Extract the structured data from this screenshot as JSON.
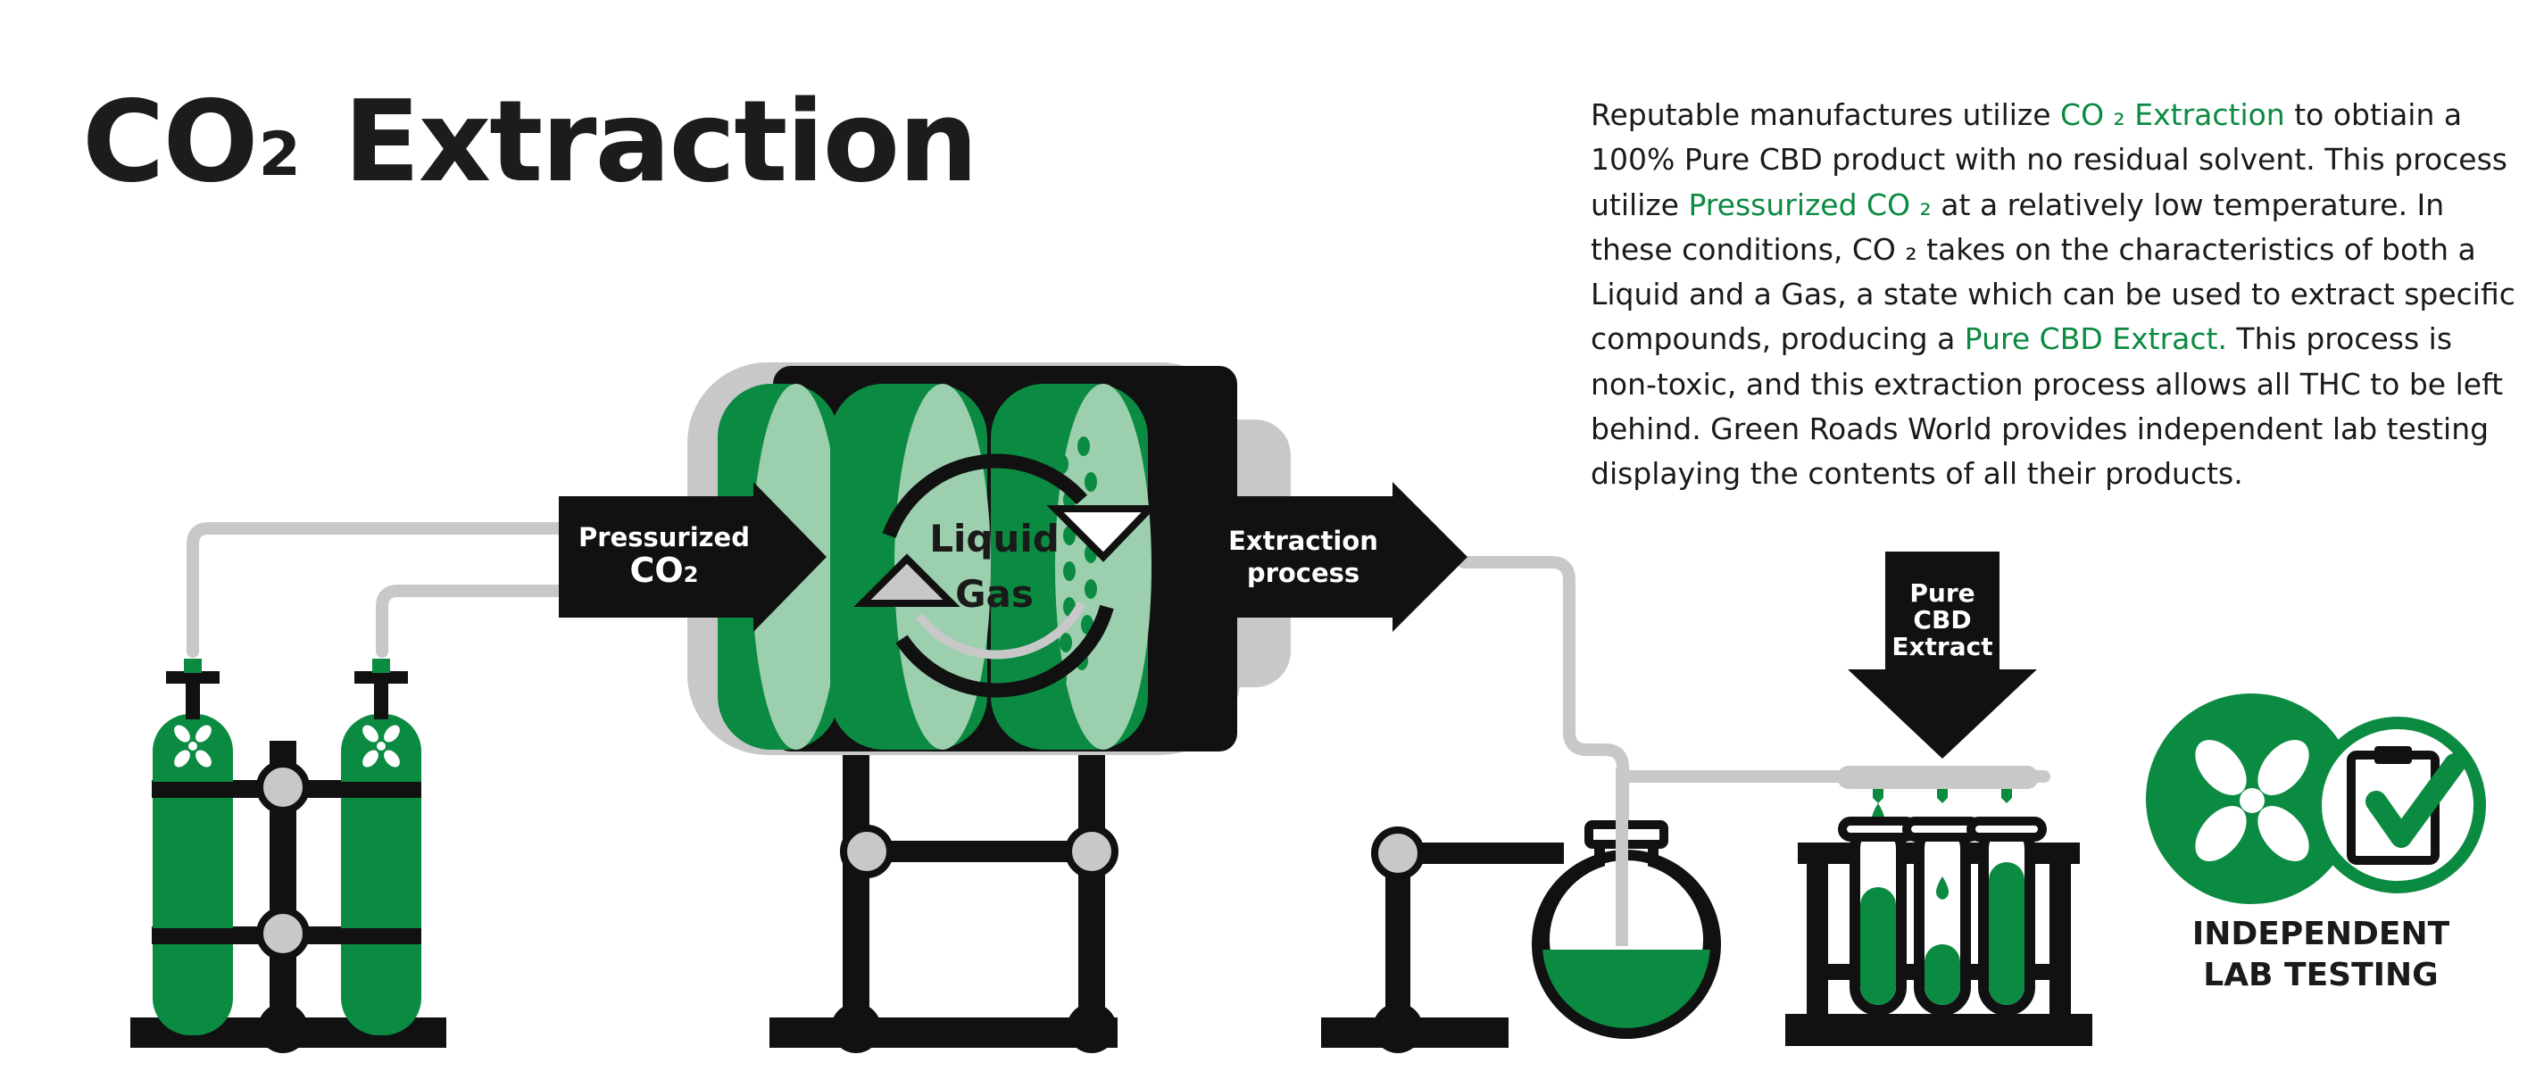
{
  "title": {
    "main": "CO",
    "subscript": "2",
    "rest": "Extraction"
  },
  "description": {
    "lines": [
      [
        {
          "t": "Reputable manufactures utilize "
        },
        {
          "t": "CO ₂ Extraction",
          "g": true
        },
        {
          "t": " to obtiain a"
        }
      ],
      [
        {
          "t": "100% Pure CBD product with no residual solvent. This process"
        }
      ],
      [
        {
          "t": "utilize "
        },
        {
          "t": "Pressurized CO ₂",
          "g": true
        },
        {
          "t": " at a relatively low temperature. In"
        }
      ],
      [
        {
          "t": "these conditions, CO ₂ takes on the characteristics of both a"
        }
      ],
      [
        {
          "t": "Liquid and a Gas, a state which can be used to extract specific"
        }
      ],
      [
        {
          "t": "compounds, producing a "
        },
        {
          "t": "Pure CBD Extract.",
          "g": true
        },
        {
          "t": " This process is"
        }
      ],
      [
        {
          "t": "non-toxic, and this extraction process allows all THC to be left"
        }
      ],
      [
        {
          "t": "behind. Green Roads World provides independent lab testing"
        }
      ],
      [
        {
          "t": "displaying the contents of all their products."
        }
      ]
    ]
  },
  "labels": {
    "pressurized_line1": "Pressurized",
    "pressurized_co": "CO",
    "pressurized_sub": "2",
    "chamber_liquid": "Liquid",
    "chamber_gas": "Gas",
    "extraction_line1": "Extraction",
    "extraction_line2": "process",
    "pure_line1": "Pure",
    "pure_line2": "CBD",
    "pure_line3": "Extract",
    "lab_line1": "INDEPENDENT",
    "lab_line2": "LAB TESTING"
  },
  "colors": {
    "green": "#0b8a41",
    "light_green": "#9ccfae",
    "black": "#111111",
    "gray": "#c8c8c8",
    "white": "#ffffff"
  },
  "icons": [
    "co2-tank-icon",
    "extraction-chamber-icon",
    "flask-icon",
    "test-tube-rack-icon",
    "green-roads-logo-icon",
    "clipboard-check-icon"
  ]
}
